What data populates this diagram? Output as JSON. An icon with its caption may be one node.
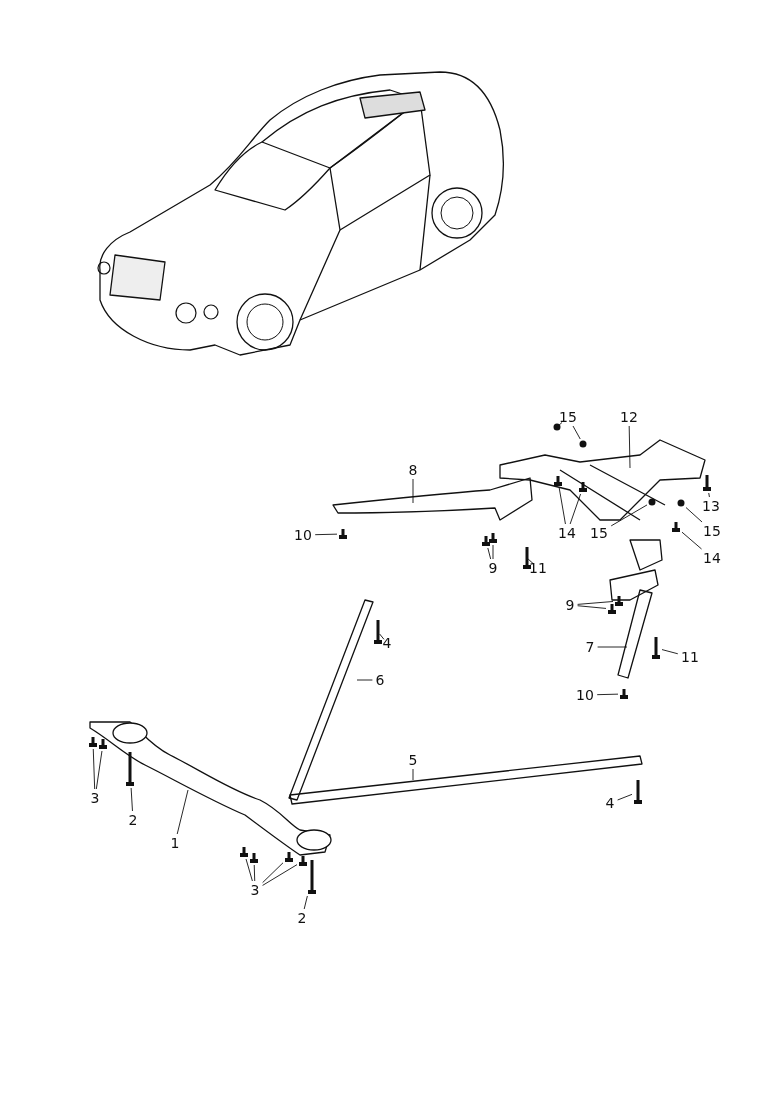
{
  "diagram": {
    "nodes": [
      {
        "text": [
          "15"
        ]
      },
      {
        "text": [
          "12"
        ]
      },
      {
        "text": [
          "8"
        ]
      },
      {
        "text": [
          "13"
        ]
      },
      {
        "text": [
          "10"
        ]
      },
      {
        "text": [
          "14"
        ]
      },
      {
        "text": [
          "15"
        ]
      },
      {
        "text": [
          "15"
        ]
      },
      {
        "text": [
          "9"
        ]
      },
      {
        "text": [
          "11"
        ]
      },
      {
        "text": [
          "14"
        ]
      },
      {
        "text": [
          "9"
        ]
      },
      {
        "text": [
          "4"
        ]
      },
      {
        "text": [
          "7"
        ]
      },
      {
        "text": [
          "11"
        ]
      },
      {
        "text": [
          "6"
        ]
      },
      {
        "text": [
          "10"
        ]
      },
      {
        "text": [
          "5"
        ]
      },
      {
        "text": [
          "3"
        ]
      },
      {
        "text": [
          "4"
        ]
      },
      {
        "text": [
          "2"
        ]
      },
      {
        "text": [
          "1"
        ]
      },
      {
        "text": [
          "3"
        ]
      },
      {
        "text": [
          "2"
        ]
      },
      {
        "text": [],
        "shape": "circle"
      },
      {
        "text": [],
        "shape": "circle"
      },
      {
        "text": [],
        "shape": "picture"
      },
      {
        "text": [],
        "shape": "picture"
      },
      {
        "text": [],
        "shape": "picture"
      },
      {
        "text": [],
        "shape": "picture"
      },
      {
        "text": [],
        "shape": "circle"
      },
      {
        "text": [],
        "shape": "circle"
      },
      {
        "text": [],
        "shape": "picture"
      },
      {
        "text": [],
        "shape": "picture"
      },
      {
        "text": [],
        "shape": "picture"
      },
      {
        "text": [],
        "shape": "picture"
      },
      {
        "text": [],
        "shape": "picture"
      },
      {
        "text": [],
        "shape": "picture"
      },
      {
        "text": [],
        "shape": "picture"
      },
      {
        "text": [],
        "shape": "picture"
      },
      {
        "text": [],
        "shape": "picture"
      },
      {
        "text": [],
        "shape": "picture"
      },
      {
        "text": [],
        "shape": "picture"
      },
      {
        "text": [],
        "shape": "picture"
      },
      {
        "text": [],
        "shape": "picture"
      },
      {
        "text": [],
        "shape": "picture"
      },
      {
        "text": [],
        "shape": "picture"
      },
      {
        "text": [],
        "shape": "picture"
      },
      {
        "text": [],
        "shape": "picture"
      },
      {
        "text": [],
        "shape": "picture"
      }
    ],
    "edges": [
      {
        "from": 0,
        "to": 24,
        "arrow": "none"
      },
      {
        "from": 0,
        "to": 25,
        "arrow": "none"
      },
      {
        "from": 1,
        "to": null,
        "arrow": "none"
      },
      {
        "from": 2,
        "to": null,
        "arrow": "none"
      },
      {
        "from": 3,
        "to": 26,
        "arrow": "none"
      },
      {
        "from": 4,
        "to": 27,
        "arrow": "none"
      },
      {
        "from": 5,
        "to": 28,
        "arrow": "none"
      },
      {
        "from": 5,
        "to": 29,
        "arrow": "none"
      },
      {
        "from": 6,
        "to": 30,
        "arrow": "none"
      },
      {
        "from": 7,
        "to": 31,
        "arrow": "none"
      },
      {
        "from": 8,
        "to": 32,
        "arrow": "none"
      },
      {
        "from": 8,
        "to": 33,
        "arrow": "none"
      },
      {
        "from": 9,
        "to": 34,
        "arrow": "none"
      },
      {
        "from": 10,
        "to": 35,
        "arrow": "none"
      },
      {
        "from": 11,
        "to": 36,
        "arrow": "none"
      },
      {
        "from": 11,
        "to": 37,
        "arrow": "none"
      },
      {
        "from": 12,
        "to": 38,
        "arrow": "none"
      },
      {
        "from": 13,
        "to": null,
        "arrow": "none"
      },
      {
        "from": 14,
        "to": 39,
        "arrow": "none"
      },
      {
        "from": 15,
        "to": null,
        "arrow": "none"
      },
      {
        "from": 16,
        "to": 40,
        "arrow": "none"
      },
      {
        "from": 17,
        "to": null,
        "arrow": "none"
      },
      {
        "from": 18,
        "to": 41,
        "arrow": "none"
      },
      {
        "from": 18,
        "to": 42,
        "arrow": "none"
      },
      {
        "from": 19,
        "to": 43,
        "arrow": "none"
      },
      {
        "from": 20,
        "to": 44,
        "arrow": "none"
      },
      {
        "from": 21,
        "to": null,
        "arrow": "none"
      },
      {
        "from": 22,
        "to": 45,
        "arrow": "none"
      },
      {
        "from": 22,
        "to": 46,
        "arrow": "none"
      },
      {
        "from": 22,
        "to": 47,
        "arrow": "none"
      },
      {
        "from": 22,
        "to": 48,
        "arrow": "none"
      },
      {
        "from": 23,
        "to": 49,
        "arrow": "none"
      }
    ]
  }
}
